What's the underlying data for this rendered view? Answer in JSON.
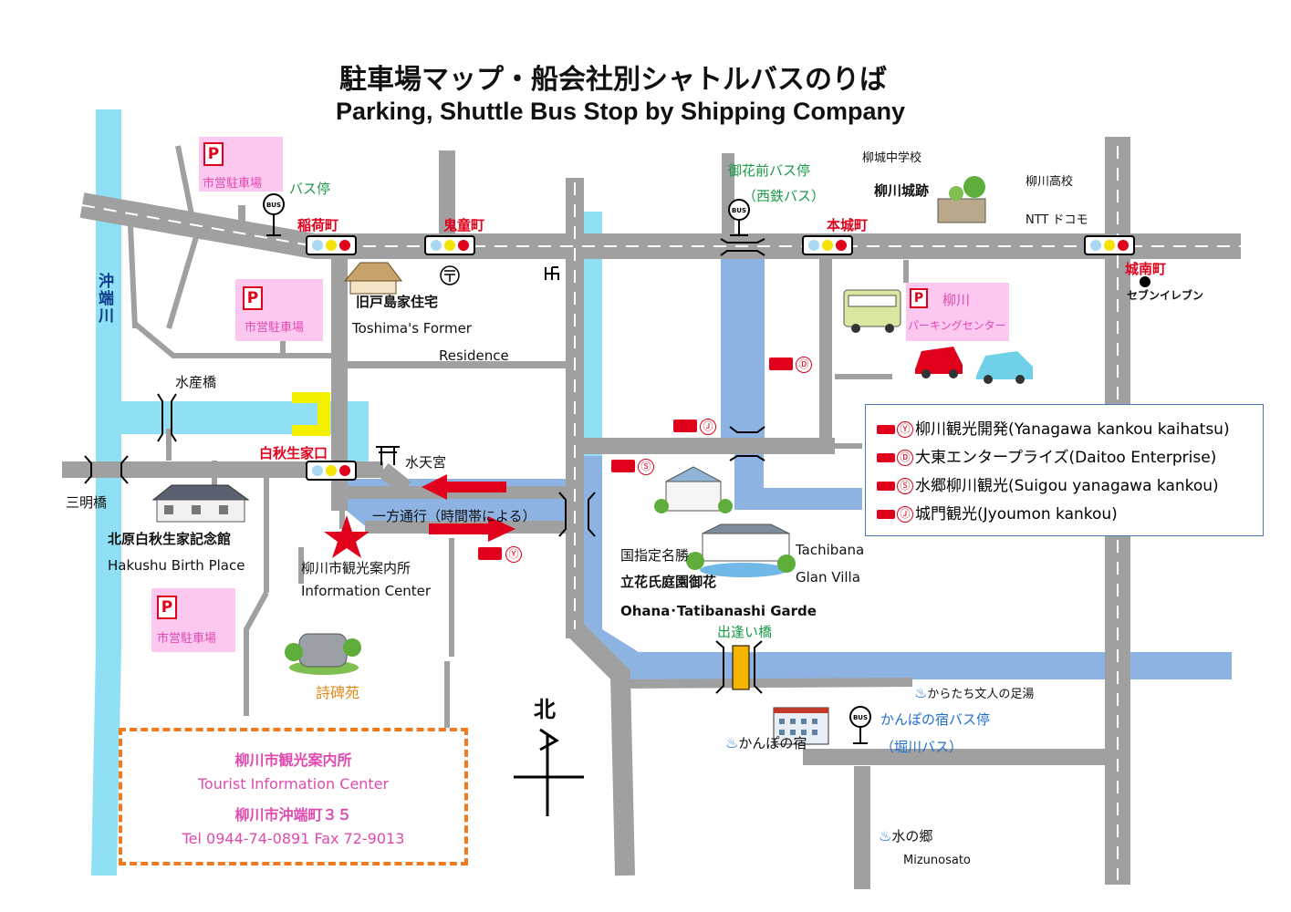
{
  "title": {
    "jp": "駐車場マップ・船会社別シャトルバスのりば",
    "en": "Parking, Shuttle Bus Stop by Shipping Company"
  },
  "colors": {
    "road": "#a0a0a0",
    "river": "#8fe0f5",
    "canal": "#8db3e2",
    "signal_red": "#e0001b",
    "parking_box": "#fcc8f0",
    "legend_border": "#4a78b5",
    "info_border": "#f07a20"
  },
  "labels": {
    "okibata_river": "沖端川",
    "bus_stop_nw": "バス停",
    "inari_machi": "稲荷町",
    "kido_machi": "鬼童町",
    "honjo_machi": "本城町",
    "jonan_machi": "城南町",
    "hakushu_ieguchi": "白秋生家口",
    "suisan_bashi": "水産橋",
    "sanmei_bashi": "三明橋",
    "suitengu": "水天宮",
    "oneway": "一方通行（時間帯による）",
    "kyu_toshima": "旧戸島家住宅",
    "toshima_en1": "Toshima's  Former",
    "toshima_en2": "Residence",
    "ohanamae_bus": "御花前バス停",
    "nishitetsu": "（西鉄バス）",
    "yanagawa_jhs": "柳城中学校",
    "yanagawa_castle": "柳川城跡",
    "yanagawa_hs": "柳川高校",
    "ntt": "NTT ドコモ",
    "seven": "セブンイレブン",
    "parking_center1": "柳川",
    "parking_center2": "パーキングセンター",
    "hakushu_house": "北原白秋生家記念館",
    "hakushu_en": "Hakushu Birth Place",
    "info_center": "柳川市観光案内所",
    "info_center_en": "Information  Center",
    "shihien": "詩碑苑",
    "national_scenic": "国指定名勝",
    "tachibana_garden": "立花氏庭園御花",
    "ohana_en": "Ohana･Tatibanashi  Garde",
    "tachibana_en1": "Tachibana",
    "tachibana_en2": "Glan Villa",
    "deai_bashi": "出逢い橋",
    "karatachi": "からたち文人の足湯",
    "kanpo_bus": "かんぽの宿バス停",
    "horikawa": "（堀川バス）",
    "kanpo": "かんぽの宿",
    "mizunosato": "水の郷",
    "mizunosato_en": "Mizunosato",
    "north": "北",
    "municipal_parking": "市営駐車場",
    "p": "P",
    "bus": "BUS"
  },
  "route_markers": {
    "Y": "Ⓨ",
    "D": "Ⓓ",
    "S": "Ⓢ",
    "J": "Ⓙ"
  },
  "legend": [
    {
      "mark": "Ⓨ",
      "text": "柳川観光開発(Yanagawa kankou kaihatsu)"
    },
    {
      "mark": "Ⓓ",
      "text": "大東エンタープライズ(Daitoo Enterprise)"
    },
    {
      "mark": "Ⓢ",
      "text": "水郷柳川観光(Suigou yanagawa kankou)"
    },
    {
      "mark": "Ⓙ",
      "text": "城門観光(Jyoumon kankou)"
    }
  ],
  "info_box": {
    "line1": "柳川市観光案内所",
    "line2": "Tourist  Information  Center",
    "line3": "柳川市沖端町３５",
    "line4": "Tel  0944-74-0891  Fax  72-9013"
  }
}
